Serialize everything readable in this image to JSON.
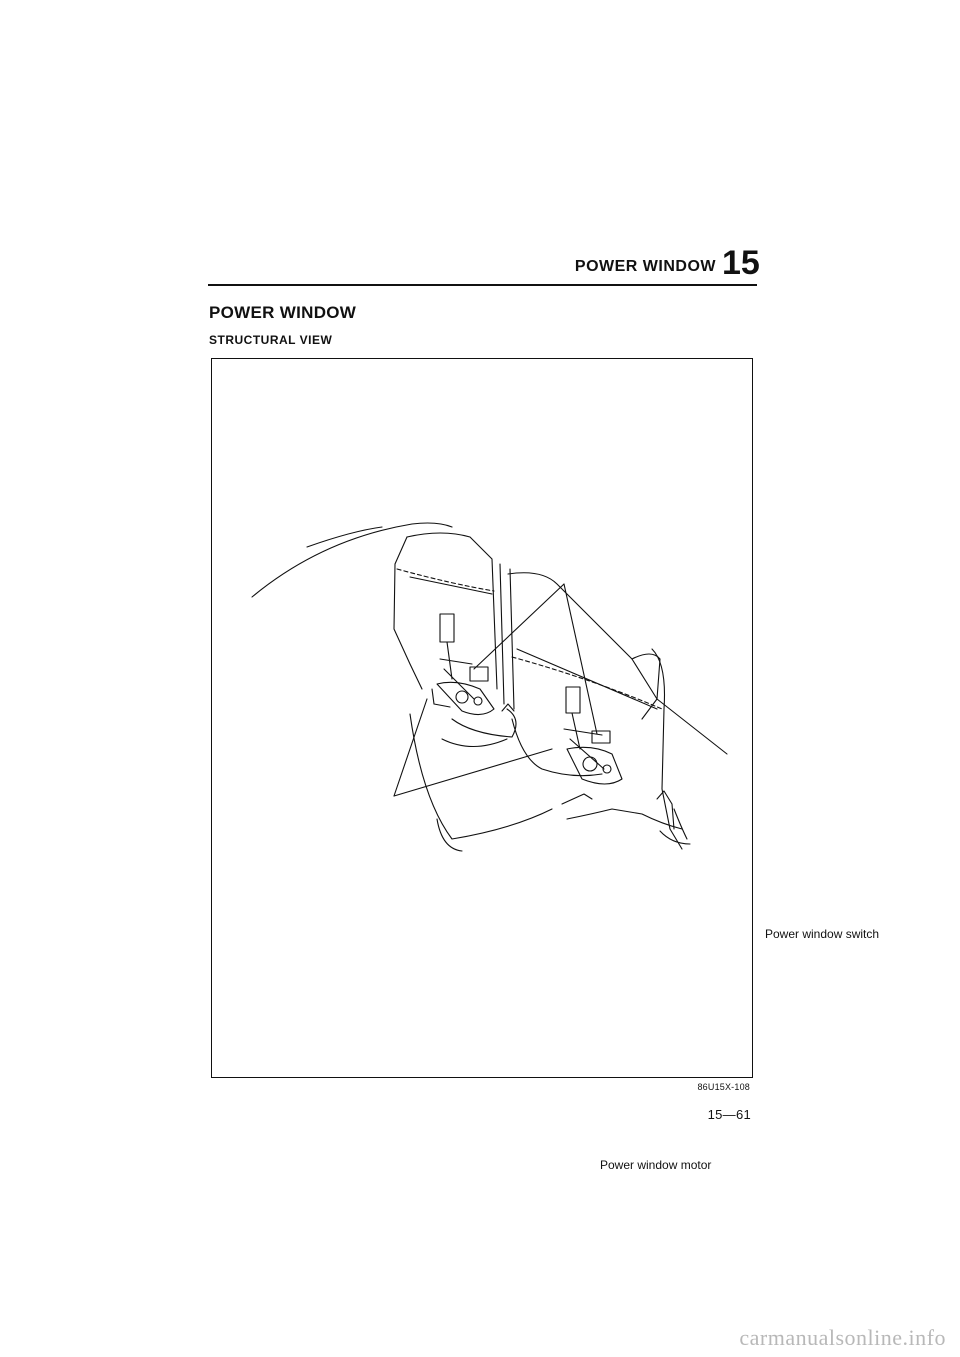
{
  "header": {
    "title": "POWER WINDOW",
    "chapter": "15"
  },
  "section": {
    "title": "POWER WINDOW",
    "subtitle": "STRUCTURAL VIEW"
  },
  "figure": {
    "callouts": {
      "switch": "Power window switch",
      "motor": "Power window motor"
    },
    "code": "86U15X-108"
  },
  "footer": {
    "page_number": "15—61"
  },
  "watermark": {
    "text": "carmanualsonline.info"
  }
}
